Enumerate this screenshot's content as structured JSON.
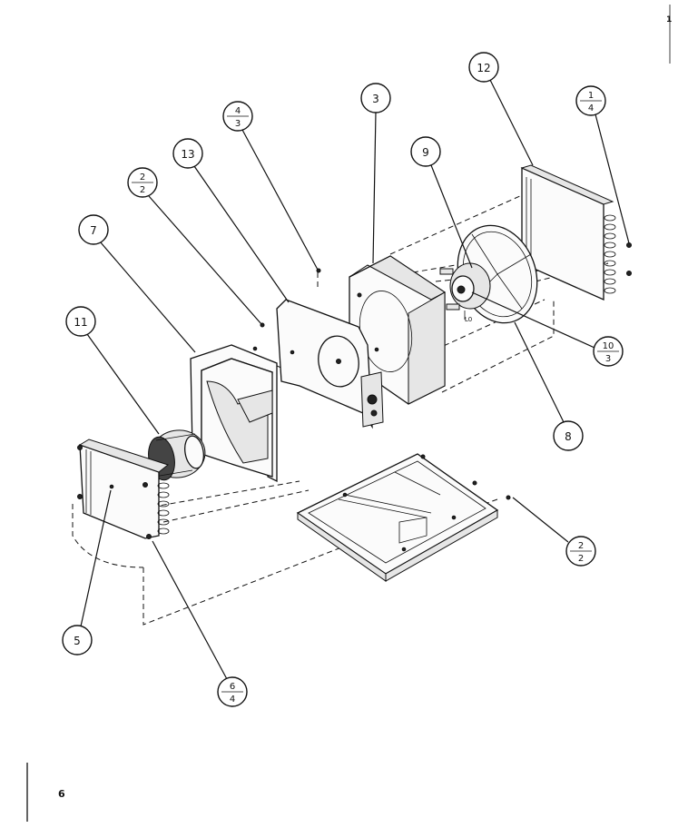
{
  "callouts": {
    "c12": "12",
    "c1_4": {
      "num": "1",
      "den": "4"
    },
    "c3": "3",
    "c4_3": {
      "num": "4",
      "den": "3"
    },
    "c9": "9",
    "c13": "13",
    "c2_2a": {
      "num": "2",
      "den": "2"
    },
    "c7": "7",
    "c11": "11",
    "c10_3": {
      "num": "10",
      "den": "3"
    },
    "c8": "8",
    "c2_2b": {
      "num": "2",
      "den": "2"
    },
    "c5": "5",
    "c6_4": {
      "num": "6",
      "den": "4"
    }
  },
  "page_number": "6",
  "corner_mark": "1"
}
